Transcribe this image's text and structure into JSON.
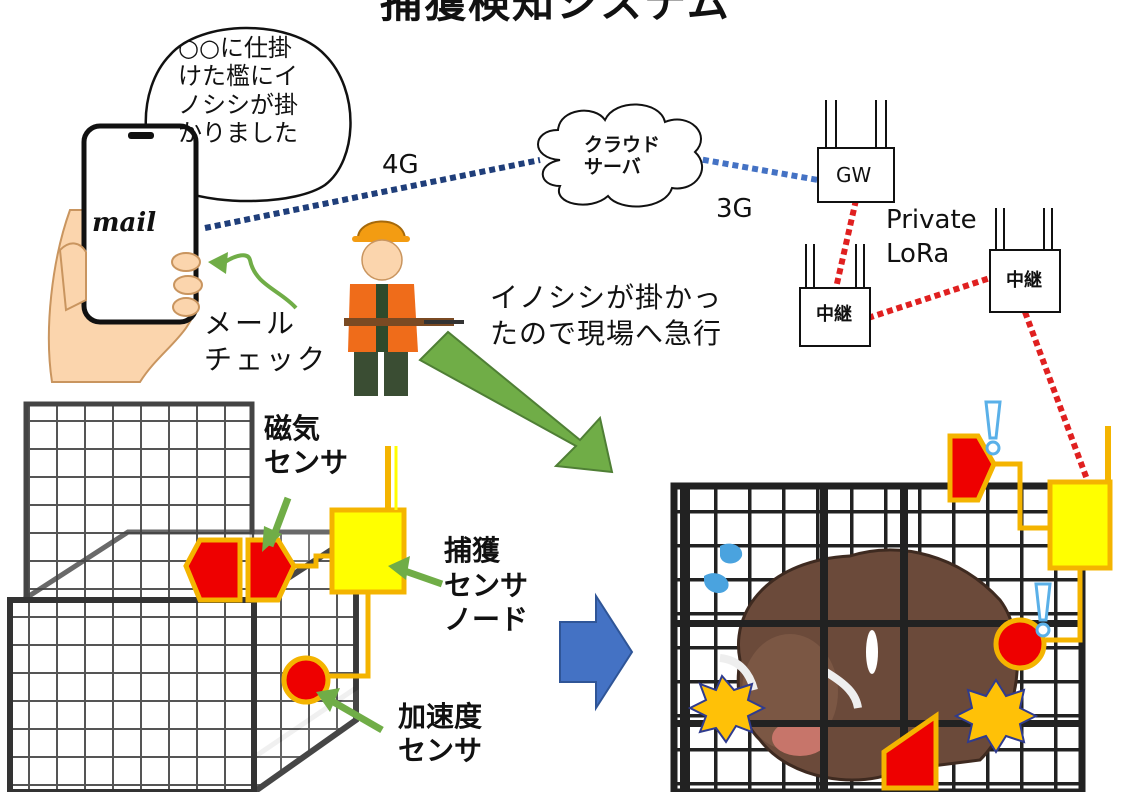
{
  "title": "捕獲検知システム",
  "speech_bubble": [
    "○○に仕掛",
    "けた檻にイ",
    "ノシシが掛",
    "かりました"
  ],
  "phone": {
    "mail_label": "mail"
  },
  "network": {
    "link_4g": "4G",
    "link_3g": "3G",
    "cloud_label": [
      "クラウド",
      "サーバ"
    ],
    "gateway_label": "GW",
    "relay_label": "中継",
    "lora_label": [
      "Private",
      "LoRa"
    ]
  },
  "mail_check": [
    "メール",
    "チェック"
  ],
  "hunter_text": [
    "イノシシが掛かっ",
    "たので現場へ急行"
  ],
  "sensors": {
    "magnetic": [
      "磁気",
      "センサ"
    ],
    "capture_node": [
      "捕獲",
      "センサ",
      "ノード"
    ],
    "accelerometer": [
      "加速度",
      "センサ"
    ]
  },
  "colors": {
    "link_dashed": "#1f3e7a",
    "lora_dashed": "#e02020",
    "sensor_red": "#ee0000",
    "sensor_border": "#f4b400",
    "node_yellow": "#ffff00",
    "arrow_green": "#70ad47",
    "arrow_blue": "#4472c4",
    "boar_brown": "#6b4a3a"
  }
}
